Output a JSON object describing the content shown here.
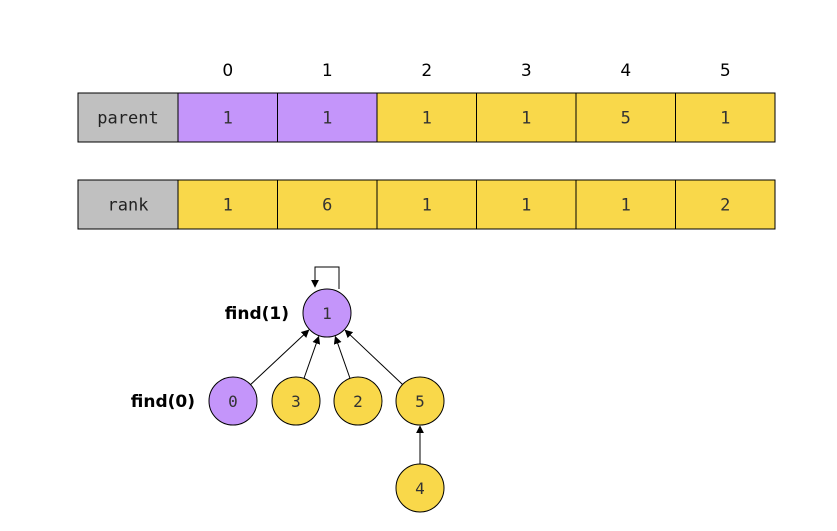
{
  "colors": {
    "highlight": "#c495fa",
    "normal": "#f9d84a",
    "label_bg": "#c0c0c0",
    "stroke": "#000000"
  },
  "indices": [
    "0",
    "1",
    "2",
    "3",
    "4",
    "5"
  ],
  "parent_row": {
    "label": "parent",
    "values": [
      "1",
      "1",
      "1",
      "1",
      "5",
      "1"
    ],
    "highlighted": [
      true,
      true,
      false,
      false,
      false,
      false
    ]
  },
  "rank_row": {
    "label": "rank",
    "values": [
      "1",
      "6",
      "1",
      "1",
      "1",
      "2"
    ],
    "highlighted": [
      false,
      false,
      false,
      false,
      false,
      false
    ]
  },
  "tree": {
    "nodes": [
      {
        "id": "1",
        "label": "1",
        "highlighted": true
      },
      {
        "id": "0",
        "label": "0",
        "highlighted": true
      },
      {
        "id": "3",
        "label": "3",
        "highlighted": false
      },
      {
        "id": "2",
        "label": "2",
        "highlighted": false
      },
      {
        "id": "5",
        "label": "5",
        "highlighted": false
      },
      {
        "id": "4",
        "label": "4",
        "highlighted": false
      }
    ],
    "edges": [
      {
        "from": "0",
        "to": "1"
      },
      {
        "from": "3",
        "to": "1"
      },
      {
        "from": "2",
        "to": "1"
      },
      {
        "from": "5",
        "to": "1"
      },
      {
        "from": "4",
        "to": "5"
      }
    ],
    "self_loop": "1",
    "calls": [
      {
        "text": "find(1)",
        "node": "1"
      },
      {
        "text": "find(0)",
        "node": "0"
      }
    ]
  }
}
